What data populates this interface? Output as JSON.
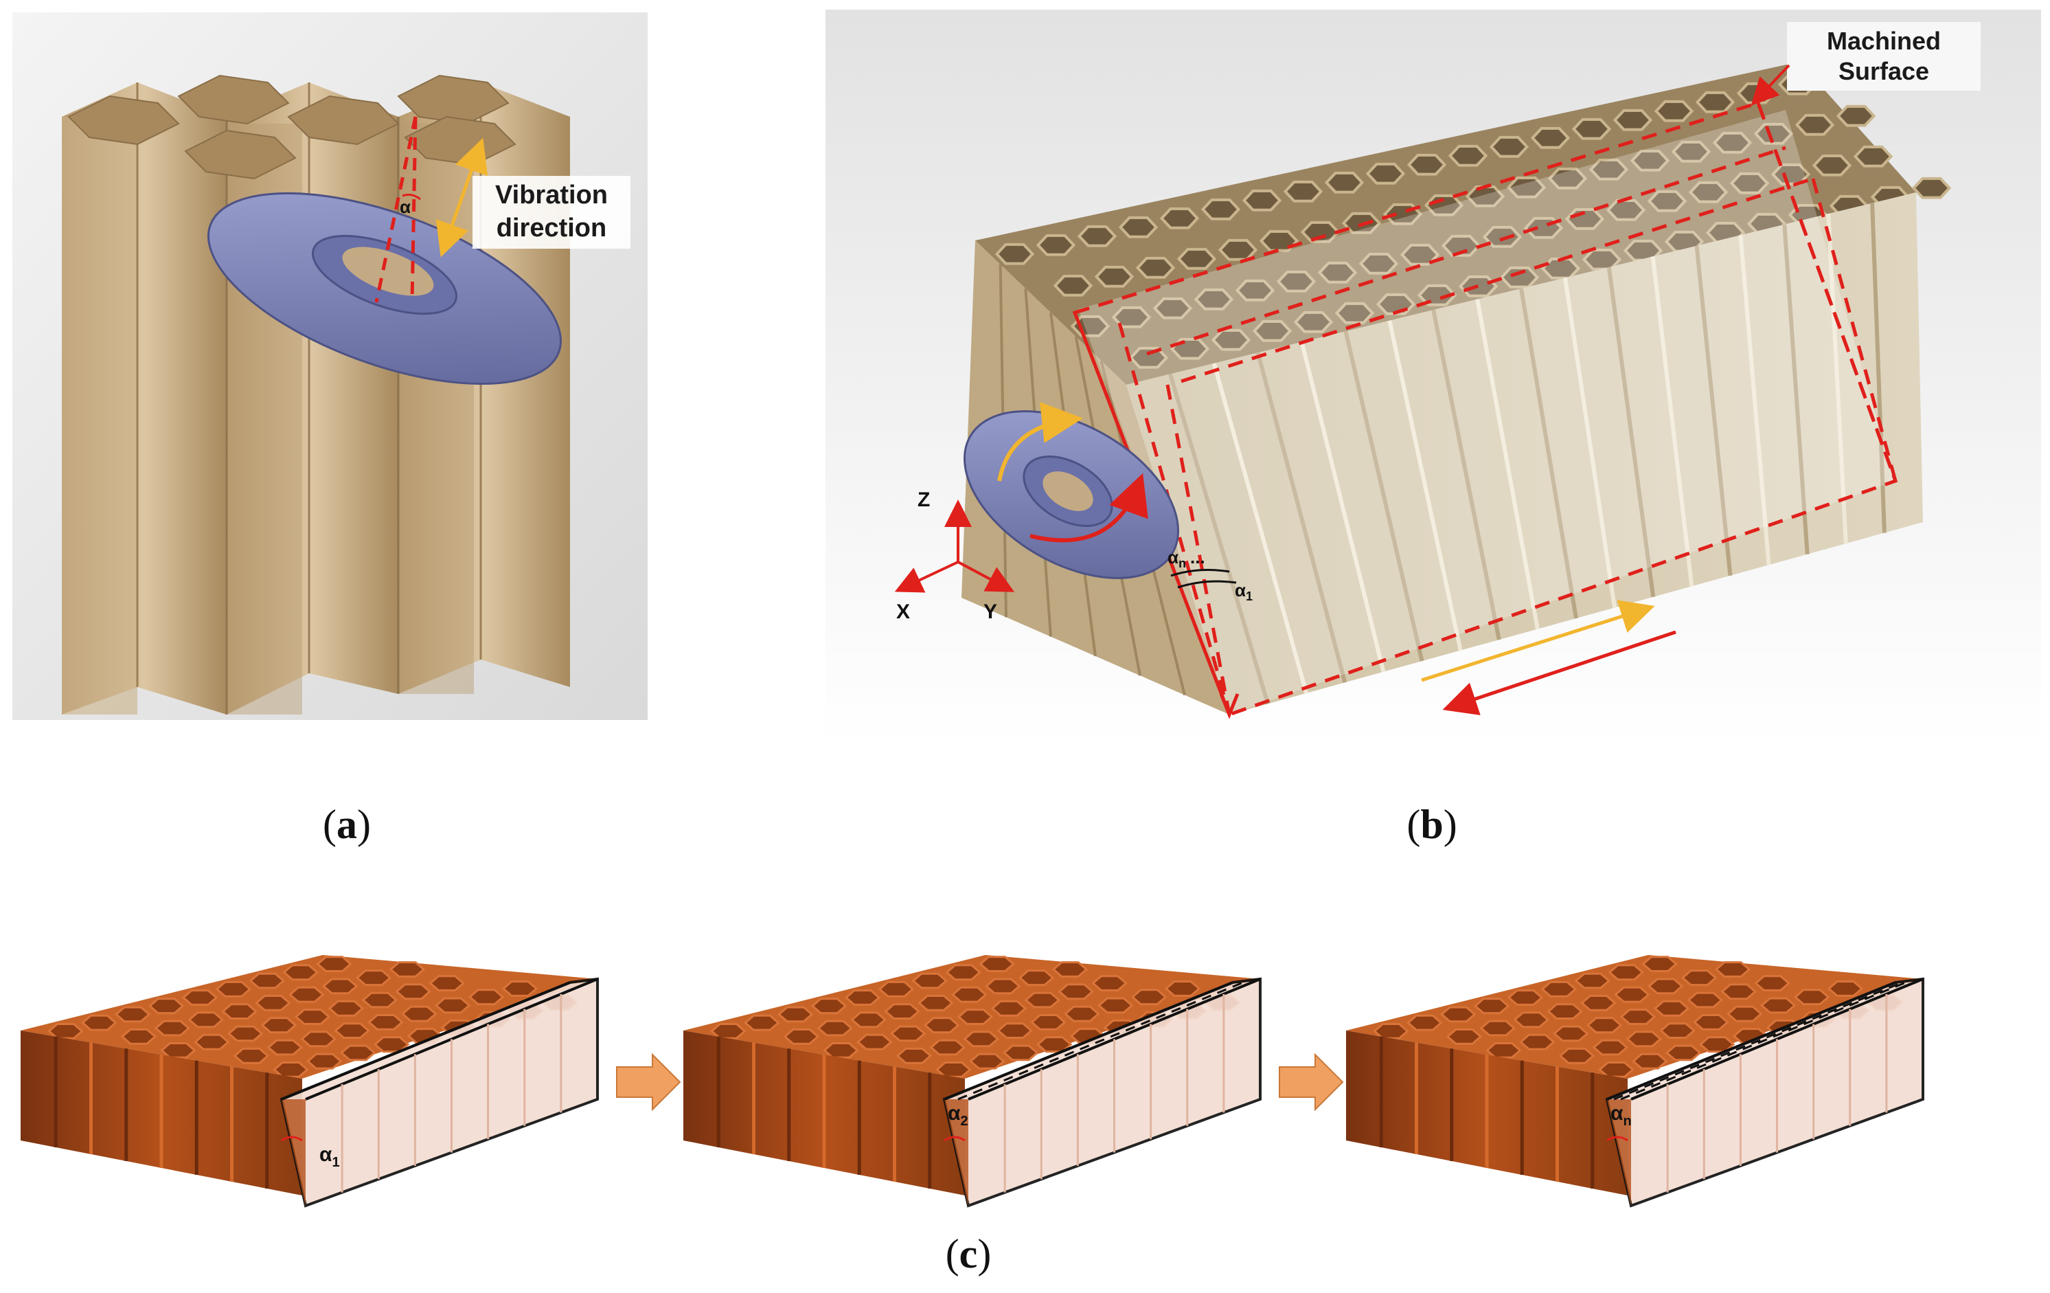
{
  "panels": {
    "a": {
      "label_letter": "a",
      "callout": [
        "Vibration",
        "direction"
      ],
      "angle_label": "α"
    },
    "b": {
      "label_letter": "b",
      "callout": [
        "Machined",
        "Surface"
      ],
      "axes": {
        "z": "Z",
        "x": "X",
        "y": "Y"
      },
      "angle_labels": [
        "α",
        "n",
        "...",
        "α",
        "1"
      ]
    },
    "c": {
      "label_letter": "c",
      "steps": [
        {
          "angle": "α",
          "sub": "1"
        },
        {
          "angle": "α",
          "sub": "2"
        },
        {
          "angle": "α",
          "sub": "n"
        }
      ]
    }
  },
  "colors": {
    "paper_light": "#d9c3a0",
    "paper_dark": "#b89a6e",
    "tool": "#7f86b8",
    "tool_dark": "#5c6296",
    "dash_red": "#e0201b",
    "arrow_yellow": "#f2b52e",
    "core_orange": "#b4501a",
    "core_dark": "#7a3210",
    "step_arrow": "#f0a060",
    "wedge": "#f3ddd2"
  }
}
